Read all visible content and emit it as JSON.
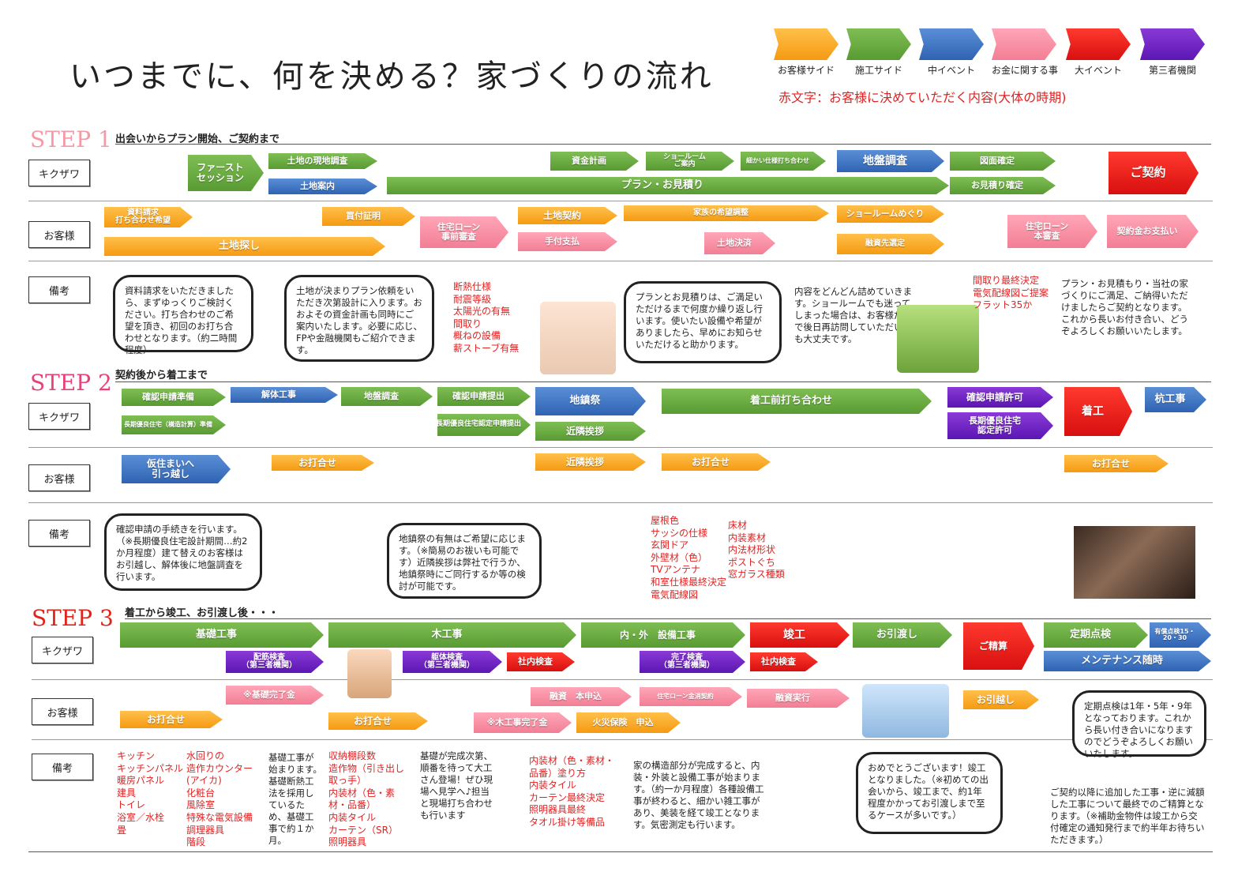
{
  "title": "いつまでに、何を決める？家づくりの流れ",
  "legend": [
    {
      "label": "お客様サイド",
      "color": "#f7a527"
    },
    {
      "label": "施工サイド",
      "color": "#6aab3e"
    },
    {
      "label": "中イベント",
      "color": "#3b6fc0"
    },
    {
      "label": "お金に関する事",
      "color": "#f58ea2"
    },
    {
      "label": "大イベント",
      "color": "#e8171b"
    },
    {
      "label": "第三者機関",
      "color": "#6a20c2"
    }
  ],
  "legend_note": "赤文字：お客様に決めていただく内容(大体の時期)",
  "rows": {
    "kikuzawa": "キクザワ",
    "okyakusama": "お客様",
    "biko": "備考"
  },
  "step1": {
    "label": "STEP 1",
    "subtitle": "出会いからプラン開始、ご契約まで",
    "kikuzawa": [
      "ファースト\nセッション",
      "土地の現地調査",
      "土地案内",
      "プラン・お見積り",
      "資金計画",
      "ショールーム\nご案内",
      "細かい仕様打ち合わせ",
      "地盤調査",
      "図面確定",
      "お見積り確定",
      "ご契約"
    ],
    "okyakusama": [
      "資料請求\n打ち合わせ希望",
      "土地探し",
      "買付証明",
      "住宅ローン\n事前審査",
      "土地契約",
      "手付支払",
      "家族の希望調整",
      "土地決済",
      "ショールームめぐり",
      "融資先選定",
      "住宅ローン\n本審査",
      "契約金お支払い"
    ],
    "notes": {
      "b1": "資料請求をいただきましたら、まずゆっくりご検討ください。打ち合わせのご希望を頂き、初回のお打ち合わせとなります。（約二時間程度）",
      "b2": "土地が決まりプラン依頼をいただき次第設計に入ります。おおよその資金計画も同時にご案内いたします。必要に応じ、FPや金融機関もご紹介できます。",
      "red1": [
        "断熱仕様",
        "耐震等級",
        "太陽光の有無",
        "間取り",
        "概ねの設備",
        "薪ストーブ有無"
      ],
      "b3": "プランとお見積りは、ご満足いただけるまで何度か繰り返し行います。使いたい設備や希望がありましたら、早めにお知らせいただけると助かります。",
      "t1": "内容をどんどん詰めていきます。ショールームでも迷ってしまった場合は、お客様だけで後日再訪問していただいても大丈夫です。",
      "red2": [
        "間取り最終決定",
        "電気配線図ご提案",
        "フラット35か"
      ],
      "t2": "プラン・お見積もり・当社の家づくりにご満足、ご納得いただけましたらご契約となります。これから長いお付き合い、どうぞよろしくお願いいたします。"
    }
  },
  "step2": {
    "label": "STEP 2",
    "subtitle": "契約後から着工まで",
    "kikuzawa": [
      "確認申請準備",
      "長期優良住宅（構造計算）準備",
      "解体工事",
      "地盤調査",
      "確認申請提出",
      "長期優良住宅認定申請提出",
      "地鎮祭",
      "近隣挨拶",
      "着工前打ち合わせ",
      "確認申請許可",
      "長期優良住宅\n認定許可",
      "着工",
      "杭工事"
    ],
    "okyakusama": [
      "仮住まいへ\n引っ越し",
      "お打合せ",
      "近隣挨拶",
      "お打合せ",
      "お打合せ"
    ],
    "notes": {
      "b1": "確認申請の手続きを行います。（※長期優良住宅設計期間…約2か月程度）建て替えのお客様はお引越し、解体後に地盤調査を行います。",
      "b2": "地鎮祭の有無はご希望に応じます。（※簡易のお祓いも可能です）近隣挨拶は弊社で行うか、地鎮祭時にご同行するか等の検討が可能です。",
      "red1": [
        "屋根色",
        "サッシの仕様",
        "玄関ドア",
        "外壁材（色）",
        "TVアンテナ",
        "和室仕様最終決定",
        "電気配線図"
      ],
      "red2": [
        "床材",
        "内装素材",
        "内法材形状",
        "ポストぐち",
        "窓ガラス種類"
      ]
    }
  },
  "step3": {
    "label": "STEP 3",
    "subtitle": "着工から竣工、お引渡し後・・・",
    "kikuzawa": [
      "基礎工事",
      "配筋検査\n（第三者機関）",
      "木工事",
      "躯体検査\n（第三者機関）",
      "社内検査",
      "内・外　設備工事",
      "完了検査\n（第三者機関）",
      "竣工",
      "社内検査",
      "お引渡し",
      "ご精算",
      "定期点検",
      "有償点検15・20・30",
      "メンテナンス随時"
    ],
    "okyakusama": [
      "※基礎完了金",
      "お打合せ",
      "お打合せ",
      "※木工事完了金",
      "融資　本申込",
      "火災保険　申込",
      "住宅ローン金消契約",
      "融資実行",
      "お引越し"
    ],
    "notes": {
      "red1": [
        "キッチン",
        "キッチンパネル",
        "暖房パネル",
        "建具",
        "トイレ",
        "浴室／水栓",
        "畳"
      ],
      "red2": [
        "水回りの",
        "造作カウンター",
        "(アイカ)",
        "化粧台",
        "風除室",
        "特殊な電気設備",
        "調理器具",
        "階段"
      ],
      "t1": "基礎工事が始まります。基礎断熱工法を採用しているため、基礎工事で約１か月。",
      "red3": [
        "収納棚段数",
        "造作物（引き出し取っ手）",
        "内装材（色・素材・品番）",
        "内装タイル",
        "カーテン（SR）",
        "照明器具"
      ],
      "t2": "基礎が完成次第、順番を待って大工さん登場！ぜひ現場へ見学へ♪担当と現場打ち合わせも行います",
      "red4": [
        "内装材（色・素材・品番）塗り方",
        "内装タイル",
        "カーテン最終決定",
        "照明器具最終",
        "タオル掛け等備品"
      ],
      "t3": "家の構造部分が完成すると、内装・外装と設備工事が始まります。（約一か月程度）各種設備工事が終わると、細かい雑工事があり、美装を経て竣工となります。気密測定も行います。",
      "b1": "おめでとうございます！竣工となりました。（※初めての出会いから、竣工まで、約1年程度かかってお引渡しまで至るケースが多いです。）",
      "b2": "定期点検は1年・5年・9年となっております。これから長い付き合いになりますのでどうぞよろしくお願いいたします。",
      "t4": "ご契約以降に追加した工事・逆に減額した工事について最終でのご精算となります。（※補助金物件は竣工から交付確定の通知発行まで約半年お待ちいただきます。）"
    }
  }
}
